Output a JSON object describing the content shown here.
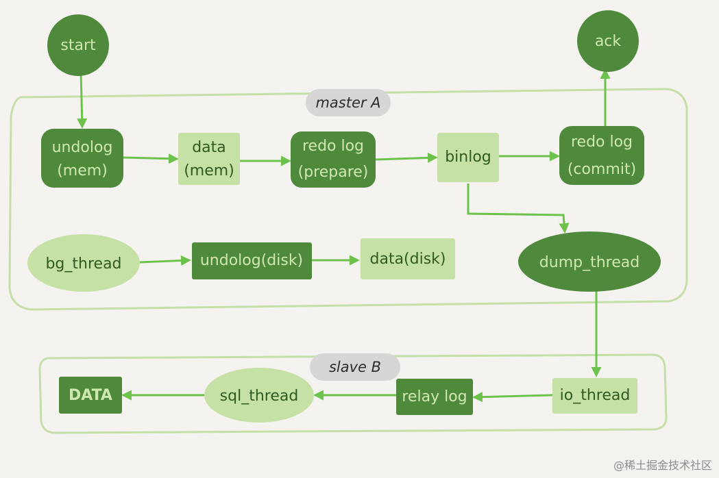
{
  "groups": {
    "master": "master A",
    "slave": "slave B"
  },
  "nodes": {
    "start": "start",
    "ack": "ack",
    "undolog_mem": [
      "undolog",
      "(mem)"
    ],
    "data_mem": [
      "data",
      "(mem)"
    ],
    "redo_prepare": [
      "redo log",
      "(prepare)"
    ],
    "binlog": "binlog",
    "redo_commit": [
      "redo log",
      "(commit)"
    ],
    "bg_thread": "bg_thread",
    "undolog_disk": "undolog(disk)",
    "data_disk": "data(disk)",
    "dump_thread": "dump_thread",
    "io_thread": "io_thread",
    "relay_log": "relay log",
    "sql_thread": "sql_thread",
    "DATA": "DATA"
  },
  "watermark": "@稀土掘金技术社区",
  "colors": {
    "dark_fill": "#4f8a3c",
    "light_fill": "#c6e1a6",
    "arrow": "#6cc24a",
    "group_border": "#c4dfa8",
    "label_pill": "#d6d6d4"
  }
}
